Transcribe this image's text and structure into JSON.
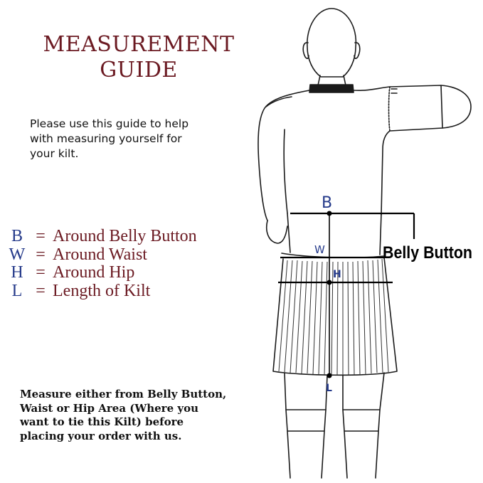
{
  "title": {
    "line1": "MEASUREMENT",
    "line2": "GUIDE"
  },
  "intro": {
    "line1": "Please use this guide to help",
    "line2": "with measuring yourself for",
    "line3": "your kilt."
  },
  "legend": [
    {
      "letter": "B",
      "eq": "=",
      "desc": "Around Belly Button"
    },
    {
      "letter": "W",
      "eq": "=",
      "desc": "Around Waist"
    },
    {
      "letter": "H",
      "eq": "=",
      "desc": "Around Hip"
    },
    {
      "letter": "L",
      "eq": "=",
      "desc": "Length of Kilt"
    }
  ],
  "diagram": {
    "label_b": "B",
    "label_w": "W",
    "label_h": "H",
    "label_l": "L",
    "belly_button": "Belly Button"
  },
  "note": {
    "line1": "Measure either from Belly Button,",
    "line2": "Waist or Hip Area (Where you",
    "line3": "want to tie this Kilt) before",
    "line4": "placing your order with us."
  },
  "colors": {
    "title": "#6b1a22",
    "letters": "#253a8a",
    "text": "#111111"
  }
}
